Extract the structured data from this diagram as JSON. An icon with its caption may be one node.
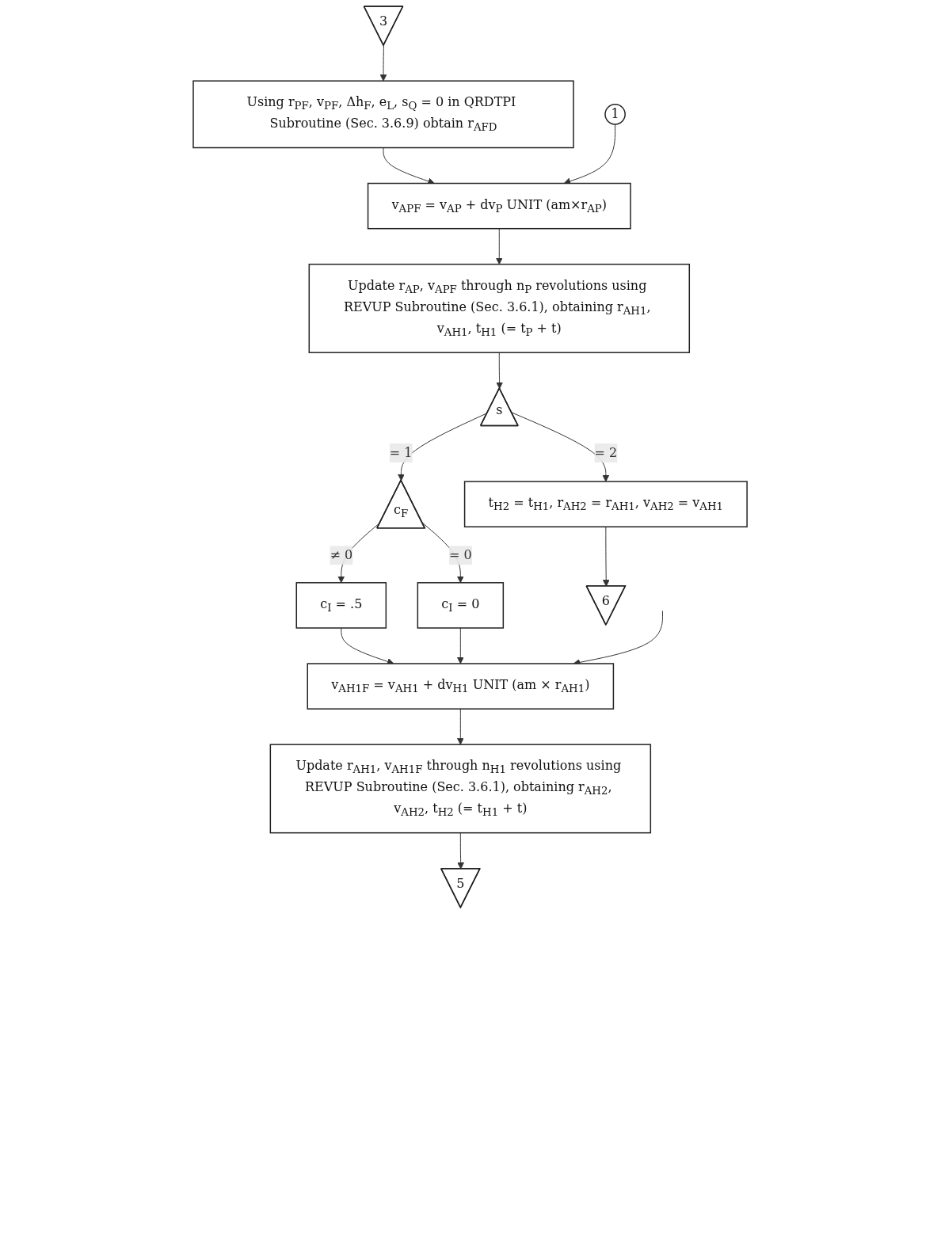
{
  "diagram": {
    "nodes": [
      {
        "text": [
          "3"
        ]
      },
      {
        "text": [
          "Using r$_{PF}$, v$_{PF}$, Δh$_{F}$, e$_{L}$, s$_{Q}$ = 0 in QRDTPI Subroutine (Sec. 3.6.9) obtain r$_{AFD}$"
        ]
      },
      {
        "text": [
          "1"
        ]
      },
      {
        "text": [
          "v$_{APF}$ = v$_{AP}$ + dv$_{P}$ UNIT (am×r$_{AP}$)"
        ]
      },
      {
        "text": [
          "Update r$_{AP}$, v$_{APF}$ through n$_{P}$ revolutions using REVUP Subroutine (Sec. 3.6.1), obtaining r$_{AH1}$, v$_{AH1}$, t$_{H1}$ (= t$_{P}$ + t)"
        ]
      },
      {
        "text": [
          "s"
        ]
      },
      {
        "text": [
          "t$_{H2}$ = t$_{H1}$, r$_{AH2}$ = r$_{AH1}$, v$_{AH2}$ = v$_{AH1}$"
        ]
      },
      {
        "text": [
          "c$_{F}$"
        ]
      },
      {
        "text": [
          "c$_{I}$ = .5"
        ]
      },
      {
        "text": [
          "c$_{I}$ = 0"
        ]
      },
      {
        "text": [
          "v$_{AH1F}$ = v$_{AH1}$ + dv$_{H1}$ UNIT (am × r$_{AH1}$)"
        ]
      },
      {
        "text": [
          "Update r$_{AH1}$, v$_{AH1F}$ through n$_{H1}$ revolutions using REVUP Subroutine (Sec. 3.6.1), obtaining r$_{AH2}$, v$_{AH2}$, t$_{H2}$ (= t$_{H1}$ + t)"
        ]
      },
      {
        "text": [
          "5"
        ]
      },
      {
        "text": [
          "6"
        ]
      }
    ],
    "edges": [
      {
        "from": 0,
        "to": 1,
        "arrow": "to"
      },
      {
        "from": 1,
        "to": 3,
        "arrow": "to"
      },
      {
        "from": 2,
        "to": 3,
        "arrow": "to"
      },
      {
        "from": 3,
        "to": 4,
        "arrow": "to"
      },
      {
        "from": 4,
        "to": 5,
        "arrow": "to"
      },
      {
        "from": 5,
        "to": 6,
        "label": "= 2",
        "arrow": "to"
      },
      {
        "from": 5,
        "to": 7,
        "label": "= 1",
        "arrow": "to"
      },
      {
        "from": 7,
        "to": 8,
        "label": "≠ 0",
        "arrow": "to"
      },
      {
        "from": 7,
        "to": 9,
        "label": "= 0",
        "arrow": "to"
      },
      {
        "from": 8,
        "to": 10,
        "arrow": "to"
      },
      {
        "from": 9,
        "to": 10,
        "arrow": "to"
      },
      {
        "from": null,
        "to": 10,
        "arrow": "to"
      },
      {
        "from": 10,
        "to": 11,
        "arrow": "to"
      },
      {
        "from": 11,
        "to": 12,
        "arrow": "to"
      },
      {
        "from": 6,
        "to": 13,
        "arrow": "to"
      }
    ]
  }
}
